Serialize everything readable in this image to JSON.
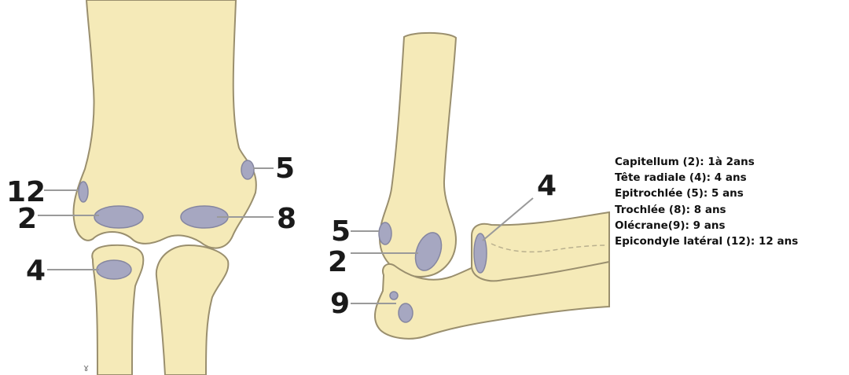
{
  "callouts": {
    "front_12": "12",
    "front_2": "2",
    "front_4": "4",
    "front_5": "5",
    "front_8": "8",
    "side_5": "5",
    "side_2": "2",
    "side_9": "9",
    "side_4": "4"
  },
  "legend": [
    "Capitellum (2): 1à 2ans",
    "Tête radiale (4): 4 ans",
    "Epitrochlée (5): 5 ans",
    "Trochlée (8): 8 ans",
    "Olécrane(9): 9 ans",
    "Epicondyle latéral (12): 12 ans"
  ],
  "colors": {
    "bone_fill": "#f5eab8",
    "bone_outline": "#9a8f6e",
    "ossification_center": "#a6a7c1",
    "leader_line": "#9a9a9a"
  }
}
